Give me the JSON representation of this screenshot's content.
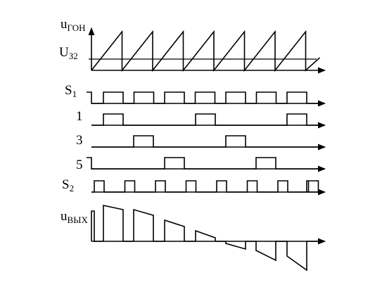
{
  "labels": {
    "u_gon_main": "u",
    "u_gon_sub": "ГОН",
    "u_z2_main": "U",
    "u_z2_sub": "З2",
    "s1_main": "S",
    "s1_sub": "1",
    "ch1": "1",
    "ch3": "3",
    "ch5": "5",
    "s2_main": "S",
    "s2_sub": "2",
    "u_out_main": "u",
    "u_out_sub": "ВЫХ"
  },
  "colors": {
    "ink": "#000000",
    "background": "#ffffff"
  }
}
